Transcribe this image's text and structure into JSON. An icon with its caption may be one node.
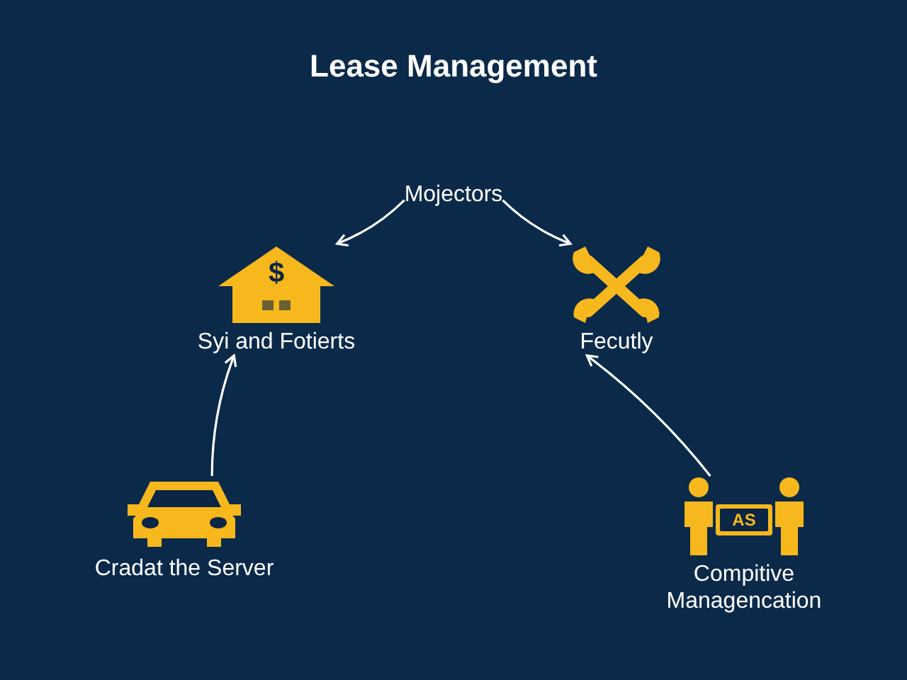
{
  "diagram": {
    "title": "Lease Management",
    "nodes": [
      {
        "text": [
          "Mojectors"
        ]
      },
      {
        "text": [
          "Syi and Fotierts"
        ]
      },
      {
        "text": [
          "Fecutly"
        ]
      },
      {
        "text": [
          "Cradat the Server"
        ]
      },
      {
        "text": [
          "Compitive Managencation"
        ]
      }
    ],
    "edges": [
      {
        "from": 0,
        "to": 1,
        "arrow": "to"
      },
      {
        "from": 0,
        "to": 2,
        "arrow": "to"
      },
      {
        "from": 3,
        "to": 1,
        "arrow": "to"
      },
      {
        "from": 4,
        "to": 2,
        "arrow": "to"
      }
    ],
    "labels": [
      "AS",
      "$"
    ]
  }
}
